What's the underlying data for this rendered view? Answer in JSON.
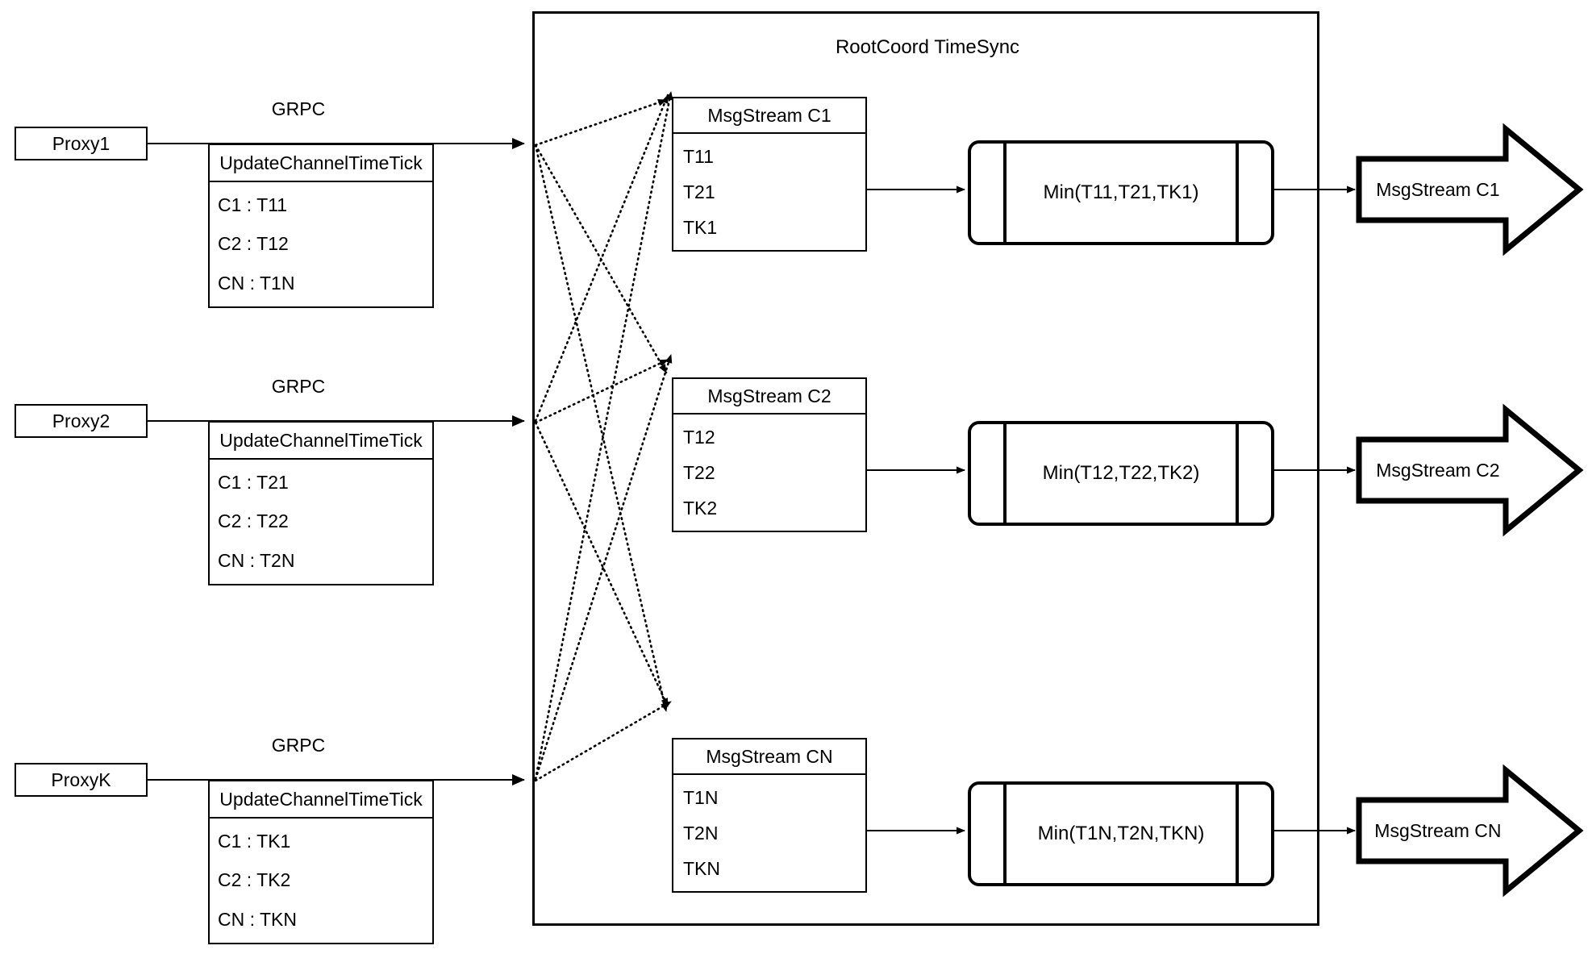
{
  "diagram": {
    "title": "RootCoord TimeSync",
    "proxy_groups": [
      {
        "proxy_label": "Proxy1",
        "link_label": "GRPC",
        "table_header": "UpdateChannelTimeTick",
        "rows": [
          "C1 :  T11",
          "C2 :  T12",
          "CN : T1N"
        ]
      },
      {
        "proxy_label": "Proxy2",
        "link_label": "GRPC",
        "table_header": "UpdateChannelTimeTick",
        "rows": [
          "C1 :  T21",
          "C2 :  T22",
          "CN : T2N"
        ]
      },
      {
        "proxy_label": "ProxyK",
        "link_label": "GRPC",
        "table_header": "UpdateChannelTimeTick",
        "rows": [
          "C1 :  TK1",
          "C2 :  TK2",
          "CN : TKN"
        ]
      }
    ],
    "channels": [
      {
        "msgstream_header": "MsgStream C1",
        "msgstream_rows": [
          "T11",
          "T21",
          "TK1"
        ],
        "min_label": "Min(T11,T21,TK1)",
        "output_label": "MsgStream C1"
      },
      {
        "msgstream_header": "MsgStream C2",
        "msgstream_rows": [
          "T12",
          "T22",
          "TK2"
        ],
        "min_label": "Min(T12,T22,TK2)",
        "output_label": "MsgStream C2"
      },
      {
        "msgstream_header": "MsgStream CN",
        "msgstream_rows": [
          "T1N",
          "T2N",
          "TKN"
        ],
        "min_label": "Min(T1N,T2N,TKN)",
        "output_label": "MsgStream CN"
      }
    ],
    "colors": {
      "stroke": "#000000",
      "background": "#ffffff"
    }
  }
}
